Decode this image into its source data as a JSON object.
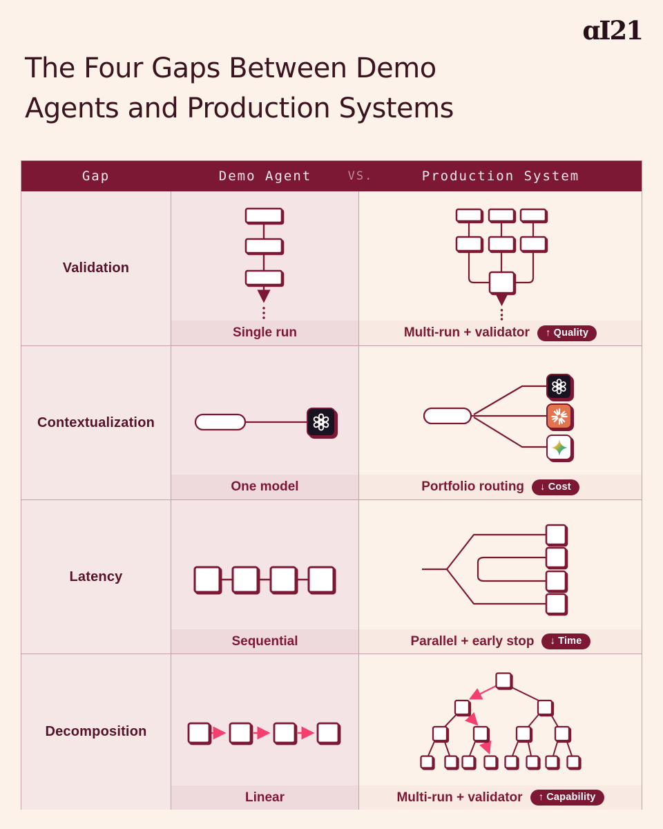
{
  "logo": {
    "text": "ɑI21"
  },
  "title": {
    "line1": "The Four Gaps Between Demo",
    "line2": "Agents and Production Systems"
  },
  "table_header": {
    "gap": "Gap",
    "demo": "Demo Agent",
    "vs": "VS.",
    "production": "Production System"
  },
  "rows": [
    {
      "label": "Validation",
      "demo_caption": "Single run",
      "prod_caption": "Multi-run + validator",
      "badge": "↑ Quality"
    },
    {
      "label": "Contextualization",
      "demo_caption": "One model",
      "prod_caption": "Portfolio routing",
      "badge": "↓ Cost"
    },
    {
      "label": "Latency",
      "demo_caption": "Sequential",
      "prod_caption": "Parallel + early stop",
      "badge": "↓ Time"
    },
    {
      "label": "Decomposition",
      "demo_caption": "Linear",
      "prod_caption": "Multi-run + validator",
      "badge": "↑ Capability"
    }
  ],
  "icons": {
    "openai": "openai-logo",
    "anthropic": "claude-starburst-logo",
    "gemini": "gemini-sparkle-logo"
  },
  "colors": {
    "maroon": "#7c1833",
    "dark_plum": "#3b1420",
    "pink_arrow": "#f43f6f",
    "cream_background": "#fdf2ea",
    "pink_cell_background": "#f4e4e5",
    "demo_caption_band": "#eedadd",
    "prod_caption_band": "#f8e9e3",
    "grid_line": "#c49fab",
    "badge_text": "#ffffff"
  }
}
